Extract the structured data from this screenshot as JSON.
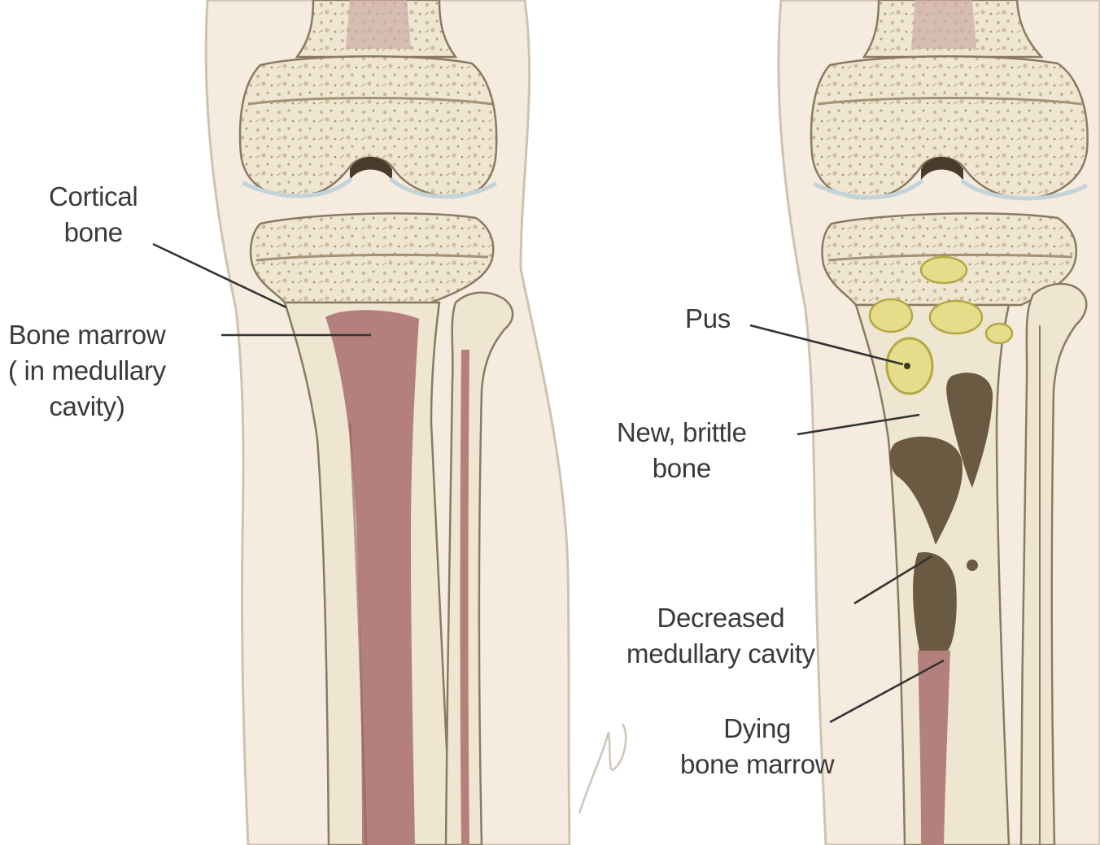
{
  "colors": {
    "skin": "#f5ebde",
    "skin_outline": "#cfc2b1",
    "bone": "#efe6d2",
    "bone_outline": "#8a7a62",
    "spongy_speckle": "#c9b79a",
    "marrow": "#b4807c",
    "marrow_dark": "#94605c",
    "pus": "#e6dd8a",
    "pus_outline": "#b4a746",
    "dead_bone": "#6a5a42",
    "cartilage": "#e4ecef",
    "label_text": "#3a3a3a",
    "leader": "#333333"
  },
  "labels": {
    "cortical_bone": [
      "Cortical",
      "bone"
    ],
    "bone_marrow": [
      "Bone marrow",
      "( in medullary",
      "cavity)"
    ],
    "pus": [
      "Pus"
    ],
    "new_brittle_bone": [
      "New, brittle",
      "bone"
    ],
    "decreased_medullary_cavity": [
      "Decreased",
      "medullary cavity"
    ],
    "dying_bone_marrow": [
      "Dying",
      "bone marrow"
    ]
  }
}
